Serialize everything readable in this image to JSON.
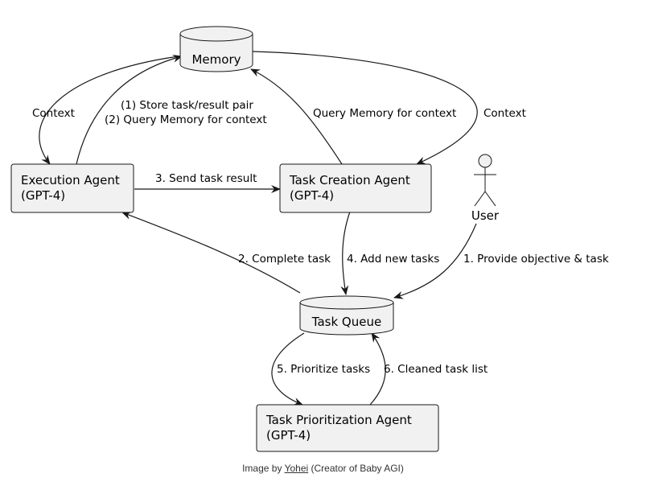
{
  "nodes": {
    "memory": {
      "label": "Memory"
    },
    "execution_agent": {
      "line1": "Execution Agent",
      "line2": "(GPT-4)"
    },
    "task_creation_agent": {
      "line1": "Task Creation Agent",
      "line2": "(GPT-4)"
    },
    "user": {
      "label": "User"
    },
    "task_queue": {
      "label": "Task Queue"
    },
    "task_prioritization_agent": {
      "line1": "Task Prioritization Agent",
      "line2": "(GPT-4)"
    }
  },
  "edges": {
    "memory_to_execution": "Context",
    "execution_to_memory_line1": "(1) Store task/result pair",
    "execution_to_memory_line2": "(2) Query Memory for context",
    "creation_to_memory": "Query Memory for context",
    "memory_to_creation": "Context",
    "execution_to_creation": "3. Send task result",
    "queue_to_execution": "2. Complete task",
    "creation_to_queue": "4. Add new tasks",
    "user_to_queue": "1. Provide objective & task",
    "queue_to_prioritization": "5. Prioritize tasks",
    "prioritization_to_queue": "6. Cleaned task list"
  },
  "caption": {
    "prefix": "Image by ",
    "author": "Yohei",
    "suffix": " (Creator of Baby AGI)"
  }
}
